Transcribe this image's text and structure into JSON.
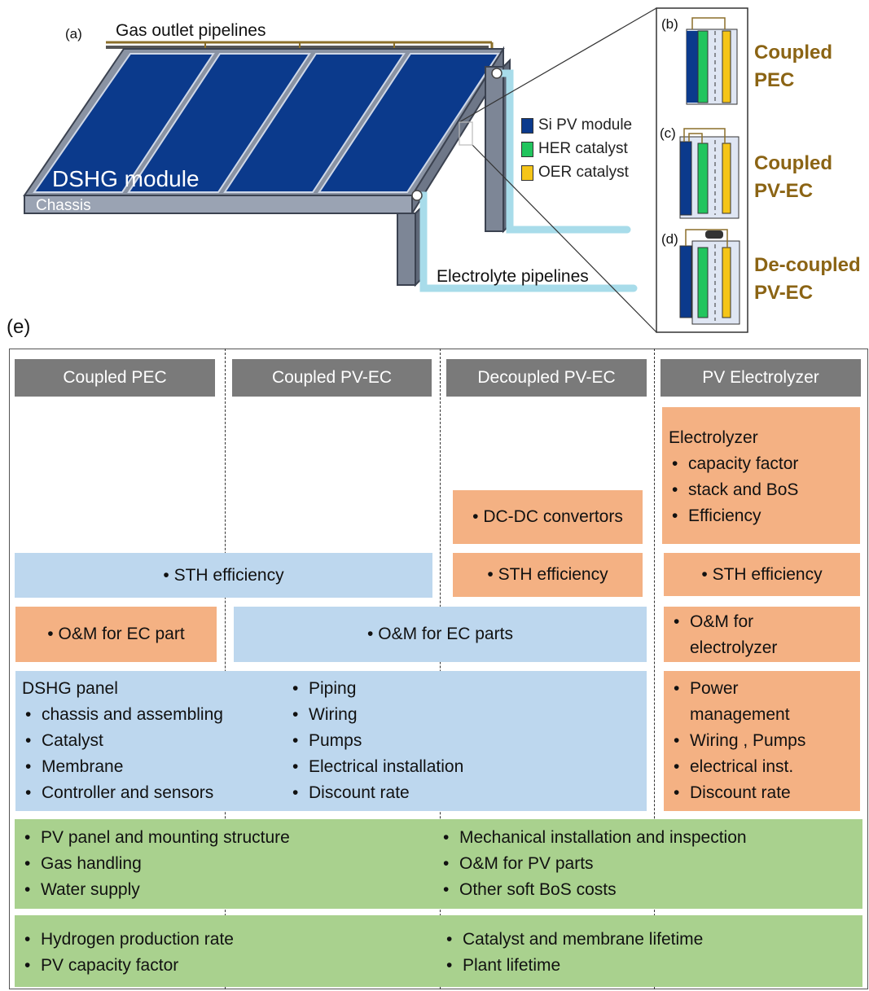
{
  "figure_a": {
    "panel_label": "(a)",
    "gas_pipes_label": "Gas outlet pipelines",
    "module_label": "DSHG module",
    "chassis_label": "Chassis",
    "electrolyte_label": "Electrolyte pipelines"
  },
  "legend": [
    {
      "label": "Si PV module",
      "color": "#0B3A8C"
    },
    {
      "label": "HER catalyst",
      "color": "#22C55E"
    },
    {
      "label": "OER catalyst",
      "color": "#F5C518"
    }
  ],
  "configs": [
    {
      "panel": "(b)",
      "title_line1": "Coupled",
      "title_line2": "PEC"
    },
    {
      "panel": "(c)",
      "title_line1": "Coupled",
      "title_line2": "PV-EC"
    },
    {
      "panel": "(d)",
      "title_line1": "De-coupled",
      "title_line2": "PV-EC"
    }
  ],
  "section_e": {
    "label": "(e)",
    "headers": [
      "Coupled PEC",
      "Coupled PV-EC",
      "Decoupled PV-EC",
      "PV Electrolyzer"
    ],
    "electrolyzer_block": {
      "title": "Electrolyzer",
      "items": [
        "capacity factor",
        "stack and BoS",
        "Efficiency"
      ]
    },
    "dcdc": "DC-DC convertors",
    "sth_shared": "STH efficiency",
    "sth_decoupled": "STH efficiency",
    "sth_electrolyzer": "STH efficiency",
    "om_pec": "O&M for EC part",
    "om_ec_parts": "O&M for EC parts",
    "om_electrolyzer": [
      "O&M for",
      "electrolyzer"
    ],
    "dshg_panel": {
      "title": "DSHG panel",
      "left_items": [
        "chassis and assembling",
        "Catalyst",
        "Membrane",
        "Controller and sensors"
      ],
      "right_items": [
        "Piping",
        "Wiring",
        "Pumps",
        "Electrical installation",
        "Discount rate"
      ]
    },
    "electrolyzer_bos": [
      "Power",
      "management",
      "Wiring , Pumps",
      "electrical inst.",
      "Discount rate"
    ],
    "common_1": {
      "left": [
        "PV panel and mounting structure",
        "Gas handling",
        "Water supply"
      ],
      "right": [
        "Mechanical installation and inspection",
        "O&M for PV parts",
        "Other soft BoS costs"
      ]
    },
    "common_2": {
      "left": [
        "Hydrogen production rate",
        "PV capacity factor"
      ],
      "right": [
        "Catalyst and membrane lifetime",
        "Plant lifetime"
      ]
    }
  },
  "colors": {
    "header_gray": "#7a7a7a",
    "cell_blue": "#BDD7EE",
    "cell_orange": "#F4B183",
    "cell_green": "#A9D18E",
    "config_title": "#8B6414"
  }
}
